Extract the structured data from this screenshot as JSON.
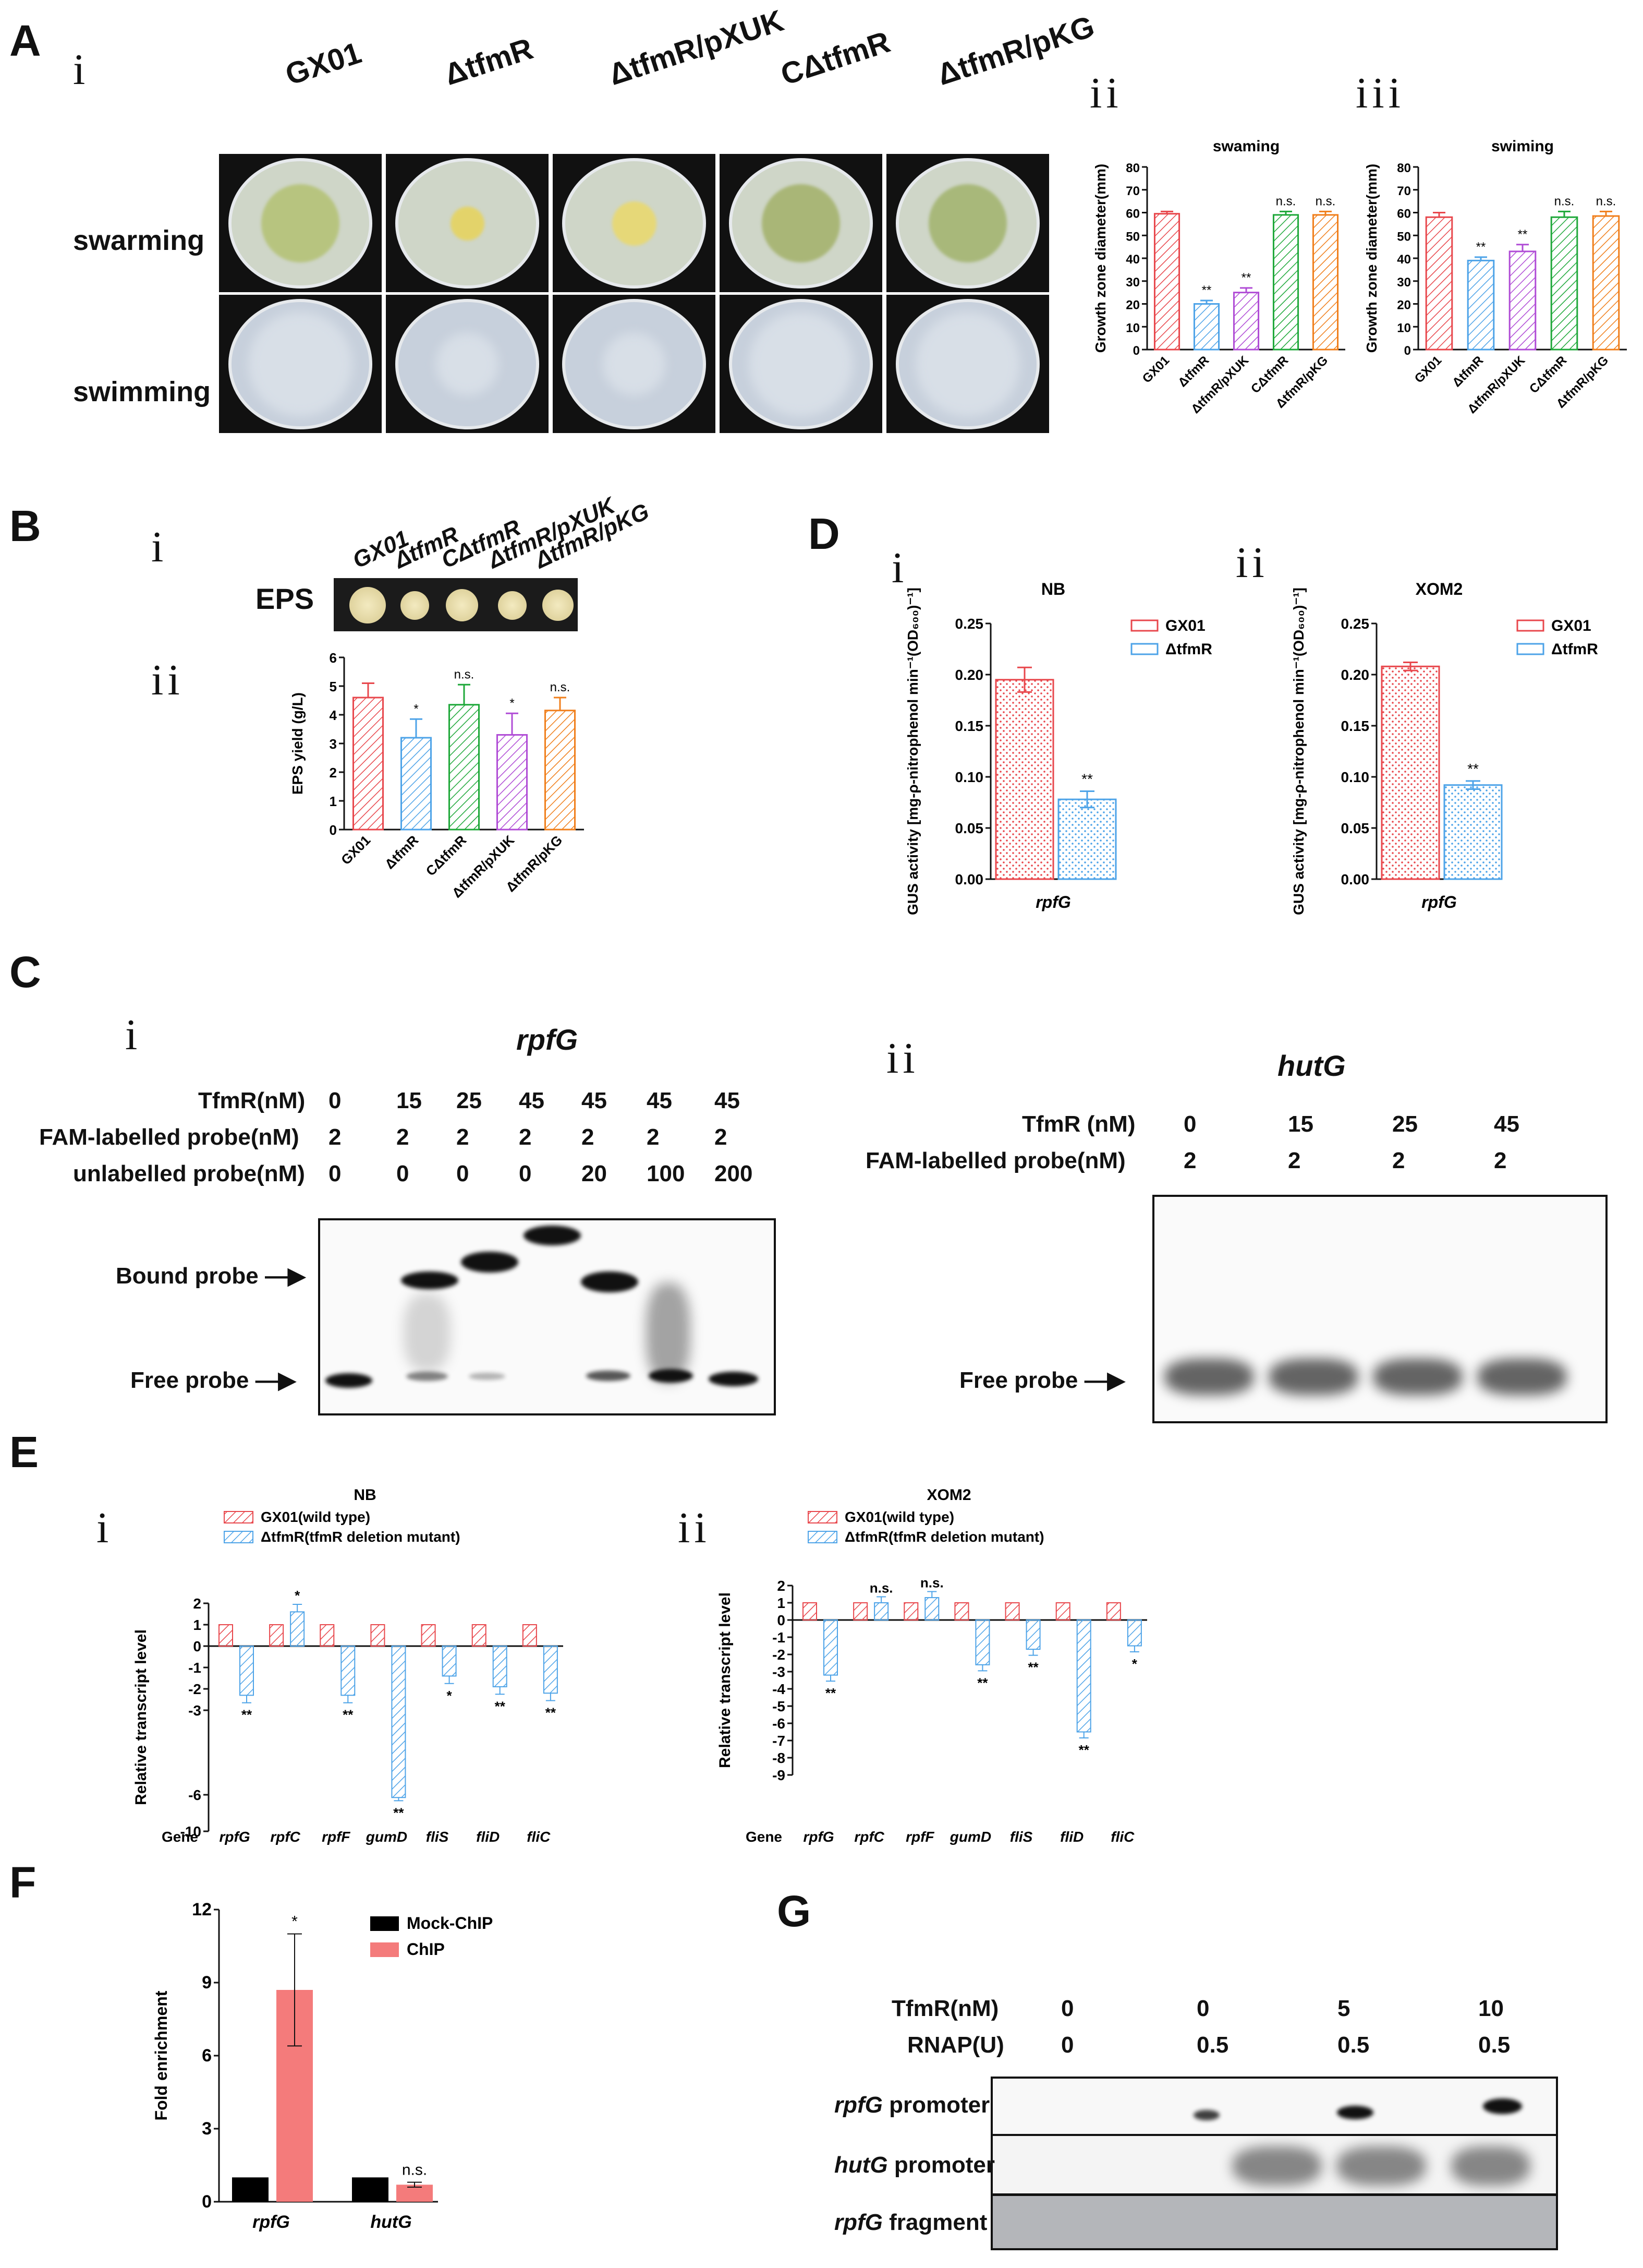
{
  "panelA": {
    "letter": "A",
    "sub_i": "i",
    "sub_ii": "ii",
    "sub_iii": "iii",
    "strains": [
      "GX01",
      "ΔtfmR",
      "ΔtfmR/pXUK",
      "CΔtfmR",
      "ΔtfmR/pKG"
    ],
    "rows": [
      "swarming",
      "swimming"
    ],
    "colors": {
      "GX01": "#e8474c",
      "tfmR": "#4da3e8",
      "pXUK": "#b04cd6",
      "C": "#1fa83a",
      "pKG": "#f07f1c"
    },
    "chart_data": [
      {
        "type": "bar",
        "title": "swaming",
        "ylabel": "Growth zone diameter(mm)",
        "ylim": [
          0,
          80
        ],
        "yticks": [
          "0",
          "10",
          "20",
          "30",
          "40",
          "50",
          "60",
          "70",
          "80"
        ],
        "categories": [
          "GX01",
          "ΔtfmR",
          "ΔtfmR/pXUK",
          "CΔtfmR",
          "ΔtfmR/pKG"
        ],
        "values": [
          59.5,
          20,
          25,
          59,
          59
        ],
        "errors": [
          1,
          1.5,
          2,
          1.5,
          1.5
        ],
        "annotations": [
          "",
          "**",
          "**",
          "n.s.",
          "n.s."
        ]
      },
      {
        "type": "bar",
        "title": "swiming",
        "ylabel": "Growth zone diameter(mm)",
        "ylim": [
          0,
          80
        ],
        "yticks": [
          "0",
          "10",
          "20",
          "30",
          "40",
          "50",
          "60",
          "70",
          "80"
        ],
        "categories": [
          "GX01",
          "ΔtfmR",
          "ΔtfmR/pXUK",
          "CΔtfmR",
          "ΔtfmR/pKG"
        ],
        "values": [
          58,
          39,
          43,
          58,
          58.5
        ],
        "errors": [
          2,
          1.5,
          3,
          2.5,
          2
        ],
        "annotations": [
          "",
          "**",
          "**",
          "n.s.",
          "n.s."
        ]
      }
    ]
  },
  "panelB": {
    "letter": "B",
    "sub_i": "i",
    "sub_ii": "ii",
    "eps_label": "EPS",
    "strains": [
      "GX01",
      "ΔtfmR",
      "CΔtfmR",
      "ΔtfmR/pXUK",
      "ΔtfmR/pKG"
    ],
    "chart_data": {
      "type": "bar",
      "ylabel": "EPS yield (g/L)",
      "ylim": [
        0,
        6
      ],
      "yticks": [
        "0",
        "1",
        "2",
        "3",
        "4",
        "5",
        "6"
      ],
      "categories": [
        "GX01",
        "ΔtfmR",
        "CΔtfmR",
        "ΔtfmR/pXUK",
        "ΔtfmR/pKG"
      ],
      "values": [
        4.6,
        3.2,
        4.35,
        3.3,
        4.15
      ],
      "errors": [
        0.5,
        0.65,
        0.7,
        0.75,
        0.45
      ],
      "annotations": [
        "",
        "*",
        "n.s.",
        "*",
        "n.s."
      ]
    }
  },
  "panelC": {
    "letter": "C",
    "sub_i": "i",
    "sub_ii": "ii",
    "gene_i": "rpfG",
    "gene_ii": "hutG",
    "rows_i": [
      {
        "label": "TfmR(nM)",
        "vals": [
          "0",
          "15",
          "25",
          "45",
          "45",
          "45",
          "45"
        ]
      },
      {
        "label": "FAM-labelled probe(nM)",
        "vals": [
          "2",
          "2",
          "2",
          "2",
          "2",
          "2",
          "2"
        ]
      },
      {
        "label": "unlabelled probe(nM)",
        "vals": [
          "0",
          "0",
          "0",
          "0",
          "20",
          "100",
          "200"
        ]
      }
    ],
    "rows_ii": [
      {
        "label": "TfmR (nM)",
        "vals": [
          "0",
          "15",
          "25",
          "45"
        ]
      },
      {
        "label": "FAM-labelled probe(nM)",
        "vals": [
          "2",
          "2",
          "2",
          "2"
        ]
      }
    ],
    "bound": "Bound probe",
    "free": "Free probe"
  },
  "panelD": {
    "letter": "D",
    "sub_i": "i",
    "sub_ii": "ii",
    "legend": [
      "GX01",
      "ΔtfmR"
    ],
    "chart_data": [
      {
        "type": "bar",
        "title": "NB",
        "ylabel": "GUS activity [mg-ρ-nitrophenol min⁻¹(OD₆₀₀)⁻¹]",
        "ylim": [
          0,
          0.25
        ],
        "yticks": [
          "0.00",
          "0.05",
          "0.10",
          "0.15",
          "0.20",
          "0.25"
        ],
        "categories": [
          "rpfG"
        ],
        "series": [
          {
            "name": "GX01",
            "value": 0.195,
            "error": 0.012
          },
          {
            "name": "ΔtfmR",
            "value": 0.078,
            "error": 0.008
          }
        ],
        "annotation": "**"
      },
      {
        "type": "bar",
        "title": "XOM2",
        "ylabel": "GUS activity [mg-ρ-nitrophenol min⁻¹(OD₆₀₀)⁻¹]",
        "ylim": [
          0,
          0.25
        ],
        "yticks": [
          "0.00",
          "0.05",
          "0.10",
          "0.15",
          "0.20",
          "0.25"
        ],
        "categories": [
          "rpfG"
        ],
        "series": [
          {
            "name": "GX01",
            "value": 0.208,
            "error": 0.004
          },
          {
            "name": "ΔtfmR",
            "value": 0.092,
            "error": 0.004
          }
        ],
        "annotation": "**"
      }
    ]
  },
  "panelE": {
    "letter": "E",
    "sub_i": "i",
    "sub_ii": "ii",
    "legend": [
      "GX01(wild type)",
      "ΔtfmR(tfmR deletion mutant)"
    ],
    "gene_label": "Gene",
    "chart_data": [
      {
        "type": "bar",
        "title": "NB",
        "ylabel": "Relative transcript level",
        "categories": [
          "rpfG",
          "rpfC",
          "rpfF",
          "gumD",
          "fliS",
          "fliD",
          "fliC"
        ],
        "yticks": [
          "2",
          "1",
          "0",
          "-1",
          "-2",
          "-3",
          "-6",
          "-10"
        ],
        "series": [
          {
            "name": "GX01(wild type)",
            "values": [
              1,
              1,
              1,
              1,
              1,
              1,
              1
            ]
          },
          {
            "name": "ΔtfmR(tfmR deletion mutant)",
            "values": [
              -2.3,
              1.6,
              -2.3,
              -6.3,
              -1.4,
              -1.9,
              -2.2
            ]
          }
        ],
        "annotations": [
          "**",
          "*",
          "**",
          "**",
          "*",
          "**",
          "**"
        ]
      },
      {
        "type": "bar",
        "title": "XOM2",
        "ylabel": "Relative transcript level",
        "categories": [
          "rpfG",
          "rpfC",
          "rpfF",
          "gumD",
          "fliS",
          "fliD",
          "fliC"
        ],
        "yticks": [
          "2",
          "1",
          "0",
          "-1",
          "-2",
          "-3",
          "-4",
          "-5",
          "-6",
          "-7",
          "-8",
          "-9"
        ],
        "series": [
          {
            "name": "GX01(wild type)",
            "values": [
              1,
              1,
              1,
              1,
              1,
              1,
              1
            ]
          },
          {
            "name": "ΔtfmR(tfmR deletion mutant)",
            "values": [
              -3.2,
              1.0,
              1.3,
              -2.6,
              -1.7,
              -6.5,
              -1.5
            ]
          }
        ],
        "annotations": [
          "**",
          "n.s.",
          "n.s.",
          "**",
          "**",
          "**",
          "*"
        ]
      }
    ]
  },
  "panelF": {
    "letter": "F",
    "chart_data": {
      "type": "bar",
      "ylabel": "Fold enrichment",
      "ylim": [
        0,
        12
      ],
      "yticks": [
        "0",
        "3",
        "6",
        "9",
        "12"
      ],
      "categories": [
        "rpfG",
        "hutG"
      ],
      "series": [
        {
          "name": "Mock-ChIP",
          "values": [
            1,
            1
          ]
        },
        {
          "name": "ChIP",
          "values": [
            8.7,
            0.7
          ]
        }
      ],
      "errors": [
        2.3,
        0.1
      ],
      "annotations": [
        "*",
        "n.s."
      ],
      "colors": {
        "Mock-ChIP": "#000000",
        "ChIP": "#f47b7b"
      }
    }
  },
  "panelG": {
    "letter": "G",
    "rows": [
      {
        "label": "TfmR(nM)",
        "vals": [
          "0",
          "0",
          "5",
          "10"
        ]
      },
      {
        "label": "RNAP(U)",
        "vals": [
          "0",
          "0.5",
          "0.5",
          "0.5"
        ]
      }
    ],
    "lanes": [
      {
        "gene": "rpfG",
        "suffix": " promoter"
      },
      {
        "gene": "hutG",
        "suffix": " promoter"
      },
      {
        "gene": "rpfG",
        "suffix": " fragment"
      }
    ]
  }
}
